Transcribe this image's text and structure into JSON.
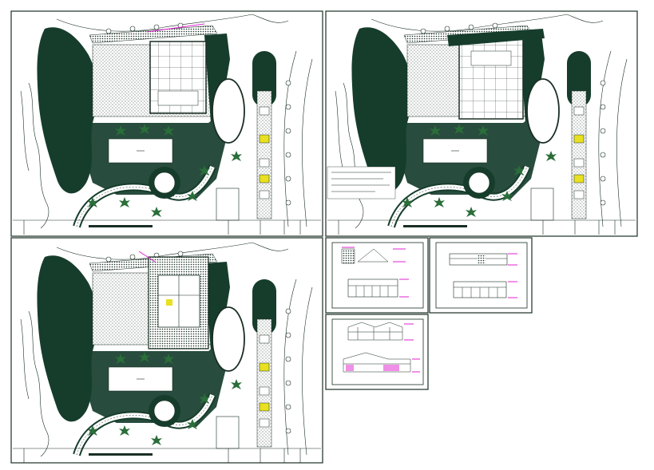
{
  "drawing": {
    "title": "",
    "sheets": [
      {
        "id": "site-plan-1",
        "kind": "site-plan"
      },
      {
        "id": "site-plan-2",
        "kind": "site-plan"
      },
      {
        "id": "site-plan-3",
        "kind": "site-plan"
      },
      {
        "id": "elevation-sheet-1",
        "kind": "elevations"
      },
      {
        "id": "elevation-sheet-2",
        "kind": "elevations"
      },
      {
        "id": "elevation-sheet-3",
        "kind": "elevations"
      }
    ]
  },
  "colors": {
    "ink": "#1a2e24",
    "vegetation": "#163d2c",
    "tree": "#2a6e3a",
    "dimension": "#e020d0",
    "highlight": "#e8e020",
    "paper": "#ffffff"
  },
  "icons": [
    "tree-icon",
    "grid-bubble-icon",
    "north-arrow-icon"
  ]
}
